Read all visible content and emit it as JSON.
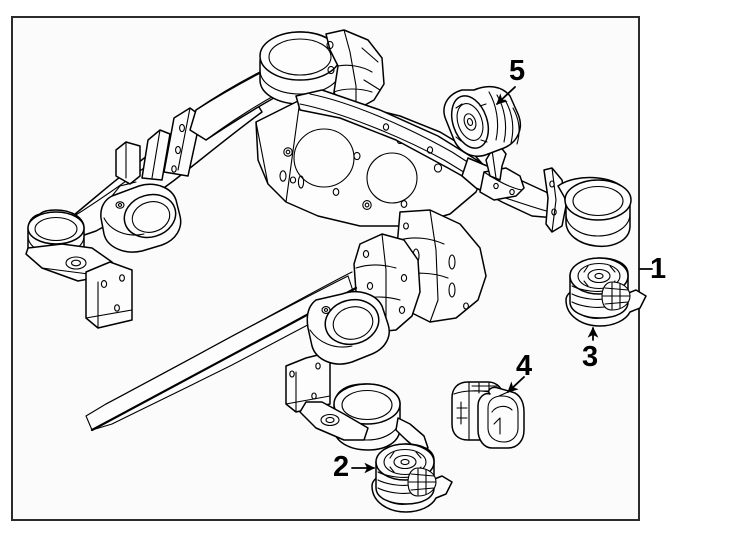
{
  "diagram": {
    "title": "Rear suspension crossmember / subframe exploded parts diagram",
    "frame": {
      "border_color": "#2b2b2b",
      "background_color": "#fbfbfb"
    },
    "line_color": "#000000",
    "callouts": [
      {
        "id": "1",
        "label": "1",
        "part": "rear suspension crossmember (subframe)",
        "leader": "tick line to frame edge, right side"
      },
      {
        "id": "2",
        "label": "2",
        "part": "front subframe mount bushing (cylindrical, with base flange)",
        "leader": "arrow pointing right"
      },
      {
        "id": "3",
        "label": "3",
        "part": "rear subframe mount bushing (cylindrical, with base flange)",
        "leader": "arrow pointing up"
      },
      {
        "id": "4",
        "label": "4",
        "part": "square flanged subframe bushing",
        "leader": "arrow pointing down-left"
      },
      {
        "id": "5",
        "label": "5",
        "part": "ribbed cylindrical subframe bushing",
        "leader": "arrow pointing down-left"
      }
    ]
  }
}
